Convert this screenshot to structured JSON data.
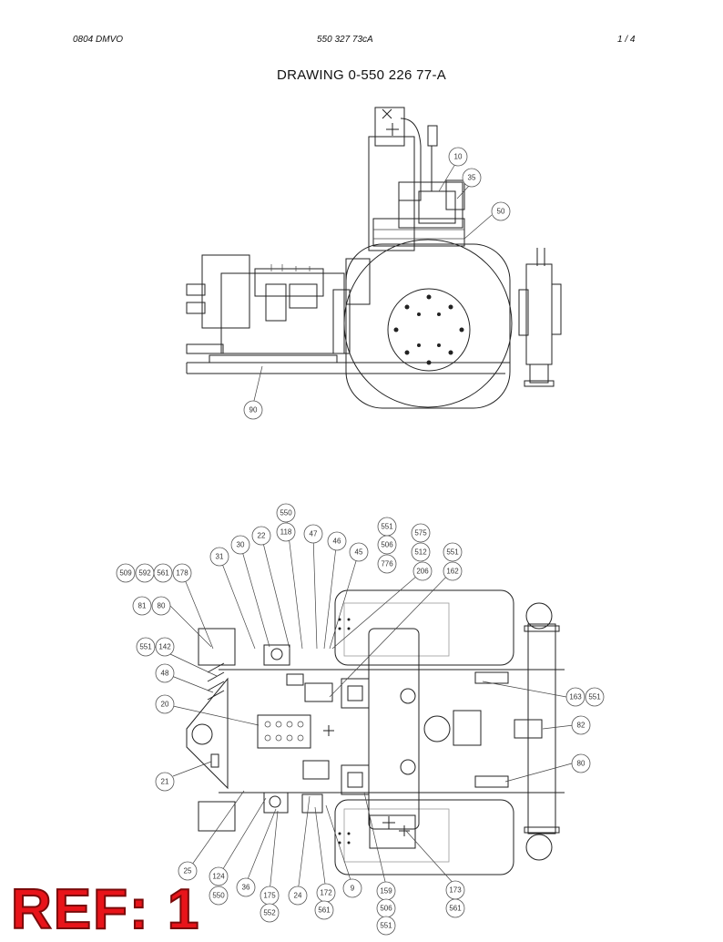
{
  "header": {
    "left": "0804 DMVO",
    "center": "550 327 73cA",
    "right": "1 /   4"
  },
  "title": "DRAWING  0-550 226 77-A",
  "top_view_callouts": [
    "10",
    "35",
    "50",
    "90"
  ],
  "bottom_view_callouts": [
    "550",
    "118",
    "47",
    "46",
    "45",
    "22",
    "30",
    "31",
    "551",
    "506",
    "575",
    "512",
    "551",
    "776",
    "206",
    "162",
    "509",
    "592",
    "561",
    "178",
    "81",
    "80",
    "551",
    "142",
    "48",
    "20",
    "21",
    "163",
    "551",
    "82",
    "80",
    "25",
    "124",
    "550",
    "36",
    "175",
    "552",
    "24",
    "172",
    "561",
    "9",
    "159",
    "506",
    "551",
    "173",
    "561"
  ],
  "stamp": "REF: 1"
}
